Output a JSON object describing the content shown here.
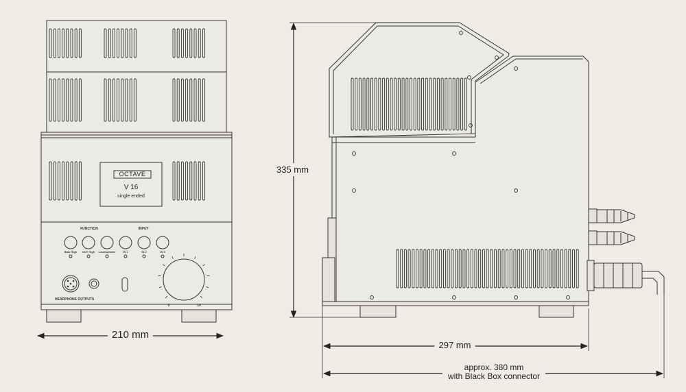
{
  "front_view": {
    "brand": "OCTAVE",
    "model": "V 16",
    "model_subtitle": "single ended",
    "section_function": "FUNCTION",
    "section_input": "INPUT",
    "buttons": [
      "Bias High",
      "OUT High",
      "Loudspeaker",
      "IN 1",
      "IN 2",
      "IN 3"
    ],
    "headphone_label": "HEADPHONE OUTPUTS",
    "volume_min": "0",
    "volume_max": "10",
    "width_dimension": "210 mm"
  },
  "side_view": {
    "height_dimension": "335 mm",
    "depth_dimension": "297 mm",
    "overall_dimension_line1": "approx. 380 mm",
    "overall_dimension_line2": "with Black Box connector"
  }
}
